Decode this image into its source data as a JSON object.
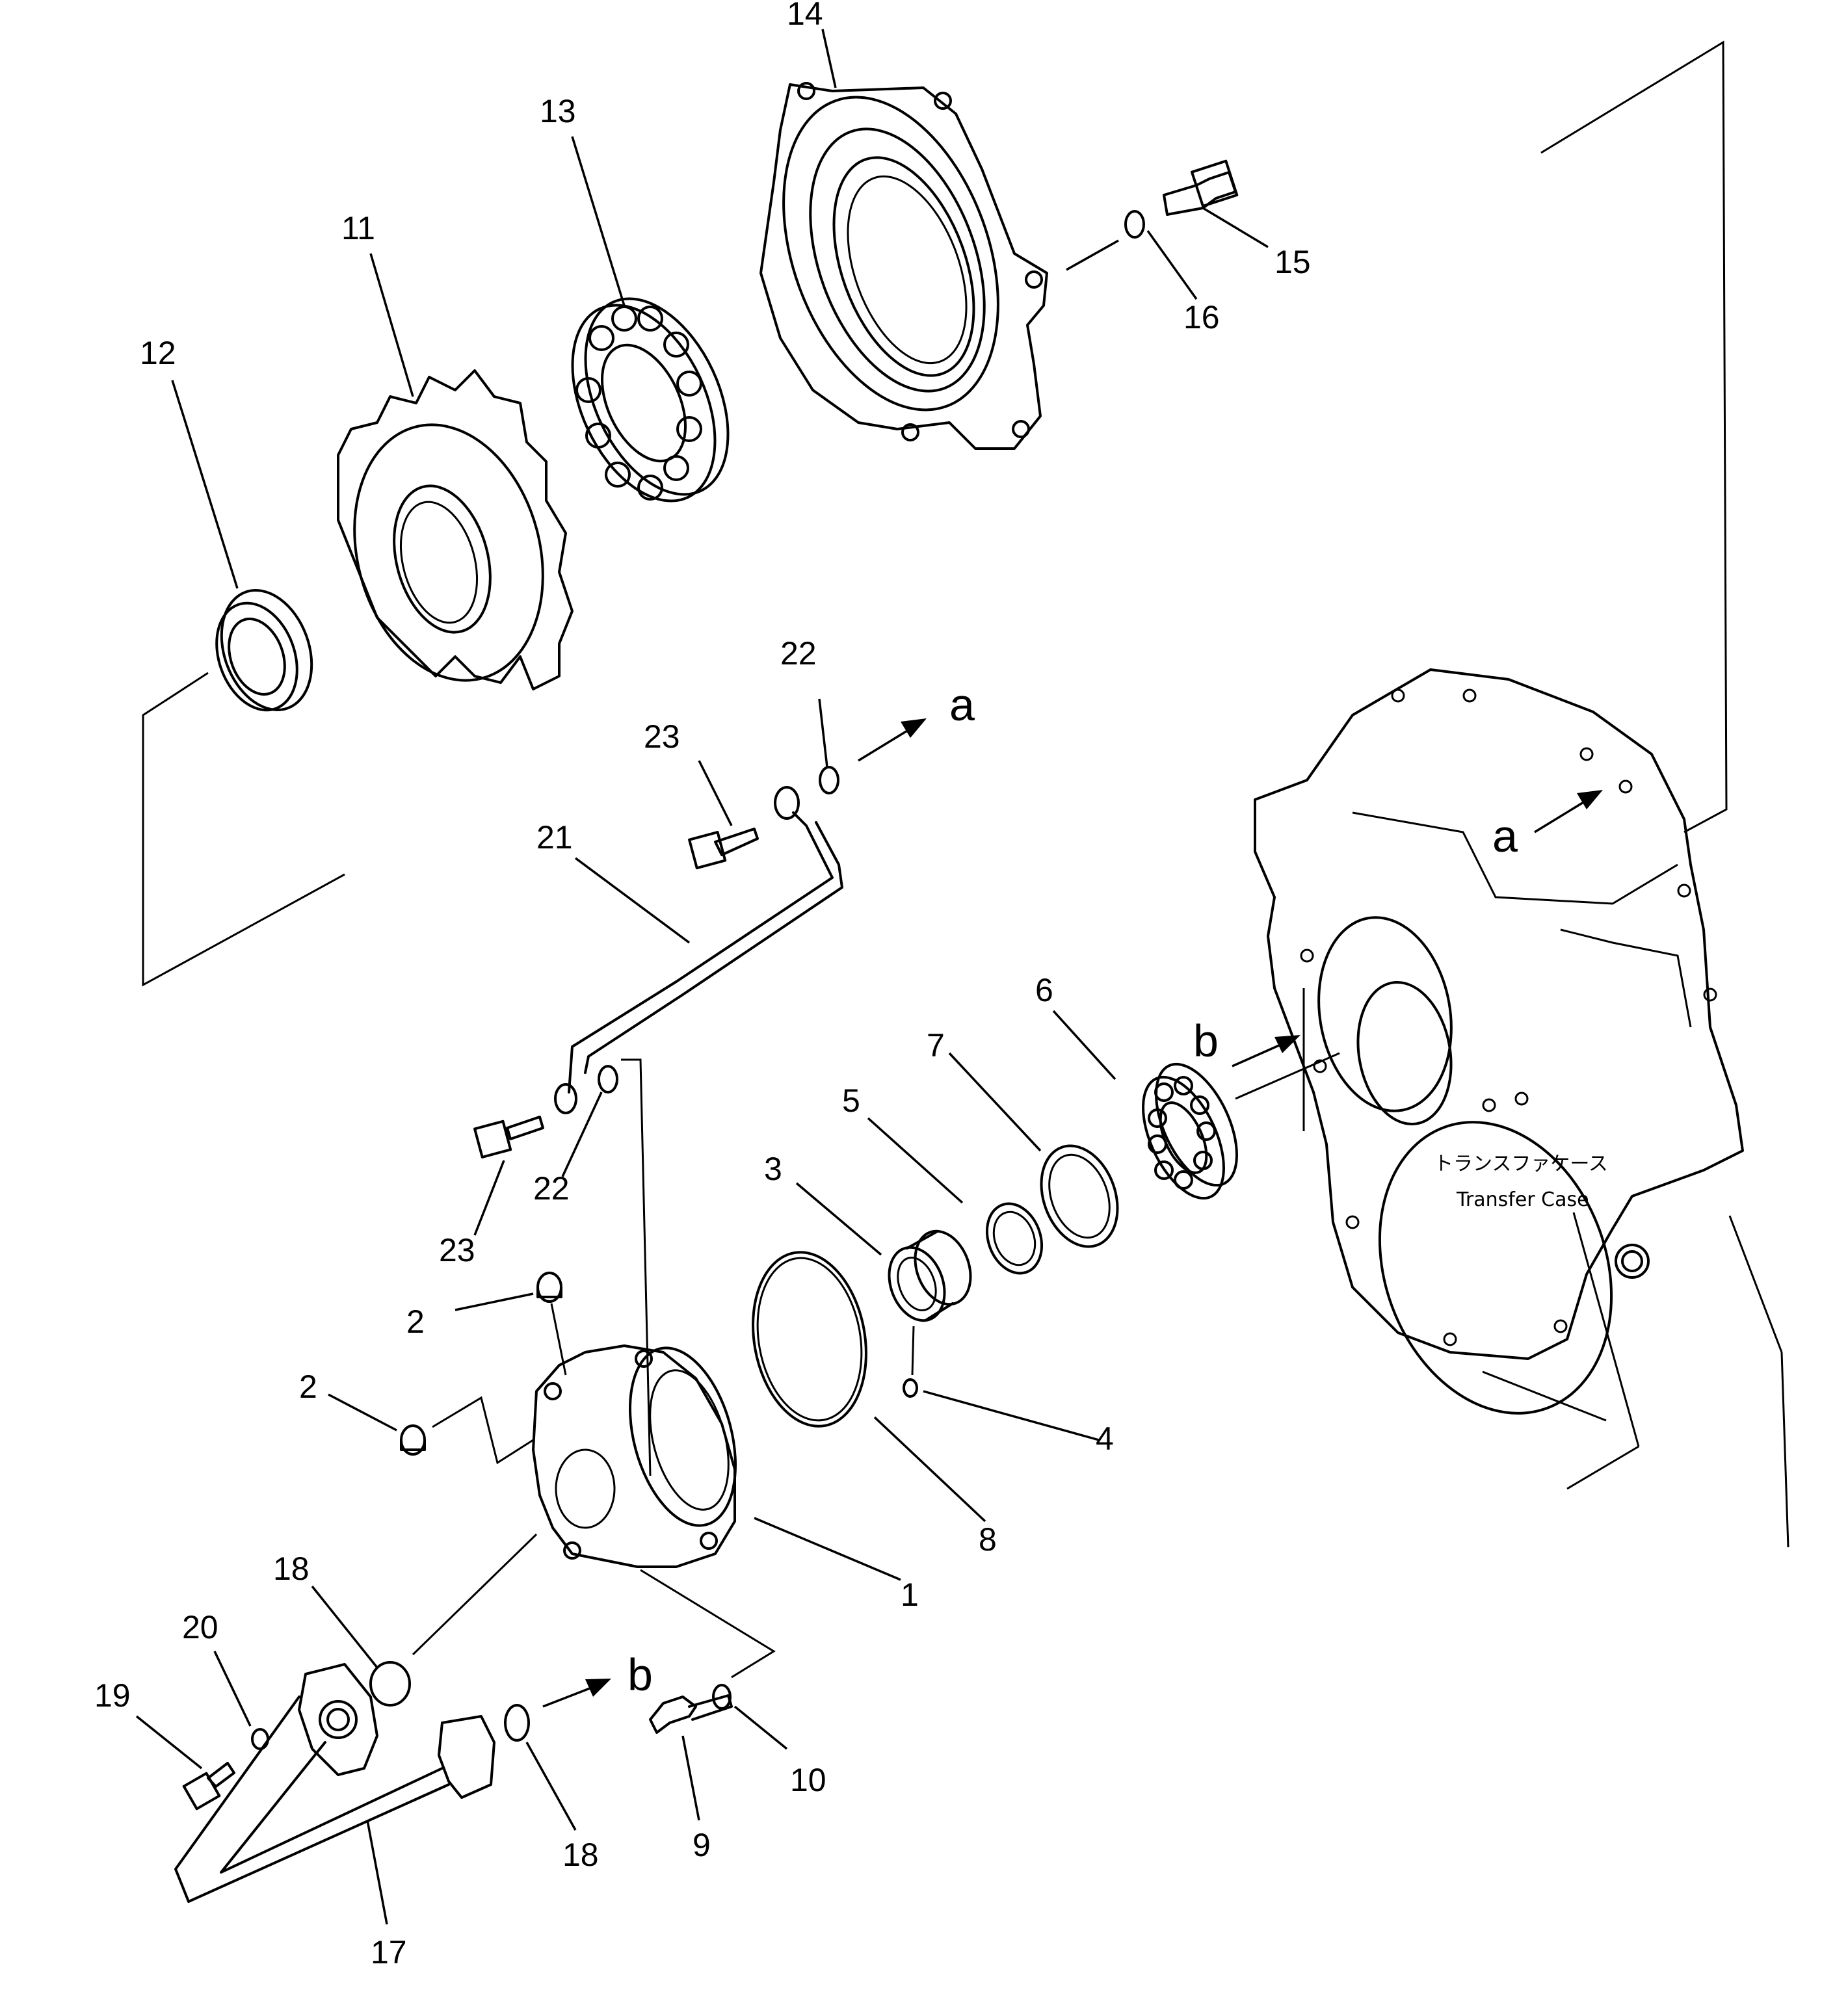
{
  "part_numbers": {
    "p1": "1",
    "p2a": "2",
    "p2b": "2",
    "p3": "3",
    "p4": "4",
    "p5": "5",
    "p6": "6",
    "p7": "7",
    "p8": "8",
    "p9": "9",
    "p10": "10",
    "p11": "11",
    "p12": "12",
    "p13": "13",
    "p14": "14",
    "p15": "15",
    "p16": "16",
    "p17": "17",
    "p18a": "18",
    "p18b": "18",
    "p19": "19",
    "p20": "20",
    "p21": "21",
    "p22a": "22",
    "p22b": "22",
    "p23a": "23",
    "p23b": "23"
  },
  "connection_letters": {
    "a_top": "a",
    "a_case": "a",
    "b_case": "b",
    "b_bottom": "b"
  },
  "transfer_case": {
    "label_jp": "トランスファケース",
    "label_en": "Transfer Case"
  }
}
